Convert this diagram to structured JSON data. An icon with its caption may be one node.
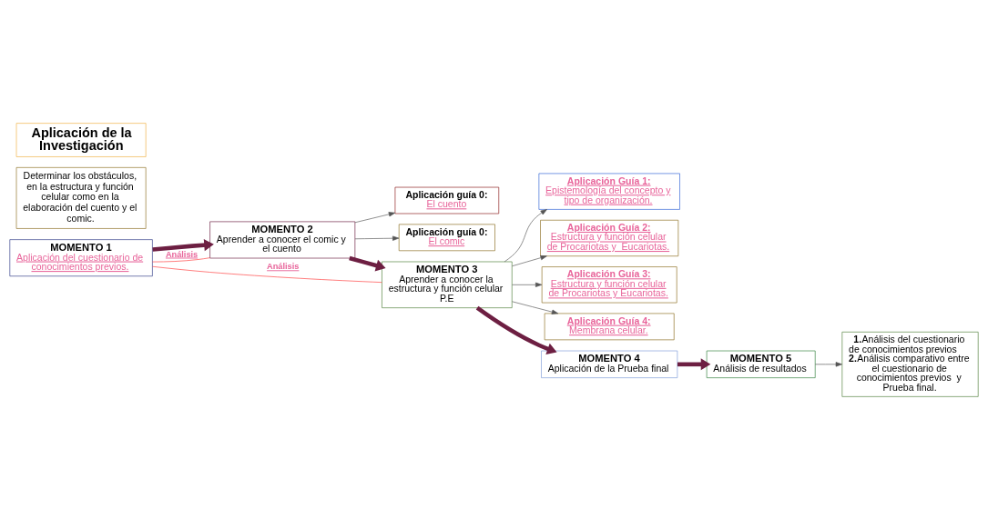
{
  "diagram": {
    "nodes": [
      {
        "text": [
          "MOMENTO 1",
          "Aplicación del cuestionario de conocimientos previos."
        ]
      },
      {
        "text": [
          "MOMENTO 2",
          "Aprender a conocer el comic y el cuento"
        ]
      },
      {
        "text": [
          "Aplicación guía 0:",
          "El cuento"
        ]
      },
      {
        "text": [
          "Aplicación guía 0:",
          "El comic"
        ]
      },
      {
        "text": [
          "MOMENTO 3",
          "Aprender a conocer la estructura y función celular P.E"
        ]
      },
      {
        "text": [
          "Aplicación Guía 1:",
          "Epistemología del concepto y tipo de organización."
        ]
      },
      {
        "text": [
          "Aplicación Guía 2:",
          "Estructura y función celular de Procariotas y  Eucariotas."
        ]
      },
      {
        "text": [
          "Aplicación Guía 3:",
          "Estructura y función celular de Procariotas y Eucariotas."
        ]
      },
      {
        "text": [
          "Aplicación Guía 4:",
          "Membrana celular."
        ]
      },
      {
        "text": [
          "MOMENTO 4",
          "Aplicación de la Prueba final"
        ]
      },
      {
        "text": [
          "MOMENTO 5",
          "Análisis de resultados"
        ]
      },
      {
        "text": [
          "1.Análisis del cuestionario de conocimientos previos",
          "2.Análisis comparativo entre el cuestionario de conocimientos previos  y Prueba final."
        ]
      },
      {
        "text": [
          "Determinar los obstáculos, en la estructura y función celular como en la elaboración del cuento y el comic."
        ]
      },
      {
        "text": [
          "Aplicación de la Investigación"
        ]
      }
    ],
    "edges": [
      {
        "from": 0,
        "to": 1,
        "arrow": "to",
        "style": "thick",
        "color": "#6d1f42"
      },
      {
        "from": 0,
        "to": 1,
        "arrow": "none",
        "label": "Análisis",
        "color": "#ff3b3b"
      },
      {
        "from": 0,
        "to": 4,
        "arrow": "none",
        "label": "Análisis",
        "color": "#ff3b3b"
      },
      {
        "from": 1,
        "to": 2,
        "arrow": "to"
      },
      {
        "from": 1,
        "to": 3,
        "arrow": "to"
      },
      {
        "from": 1,
        "to": 4,
        "arrow": "to",
        "style": "thick",
        "color": "#6d1f42"
      },
      {
        "from": 4,
        "to": 5,
        "arrow": "to"
      },
      {
        "from": 4,
        "to": 6,
        "arrow": "to"
      },
      {
        "from": 4,
        "to": 7,
        "arrow": "to"
      },
      {
        "from": 4,
        "to": 8,
        "arrow": "to"
      },
      {
        "from": 4,
        "to": 9,
        "arrow": "to",
        "style": "thick",
        "color": "#6d1f42"
      },
      {
        "from": 9,
        "to": 10,
        "arrow": "to",
        "style": "thick",
        "color": "#6d1f42"
      },
      {
        "from": 10,
        "to": 11,
        "arrow": "to"
      }
    ]
  }
}
